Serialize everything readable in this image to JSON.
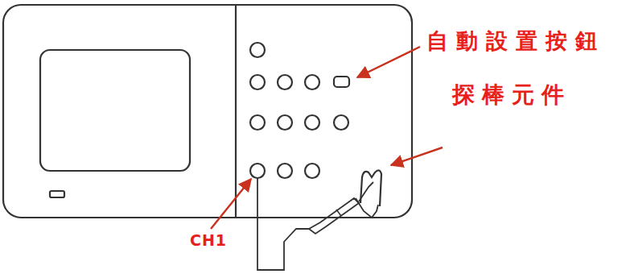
{
  "diagram": {
    "labels": [
      "自動設置按鈕",
      "探棒元件",
      "CH1"
    ]
  }
}
